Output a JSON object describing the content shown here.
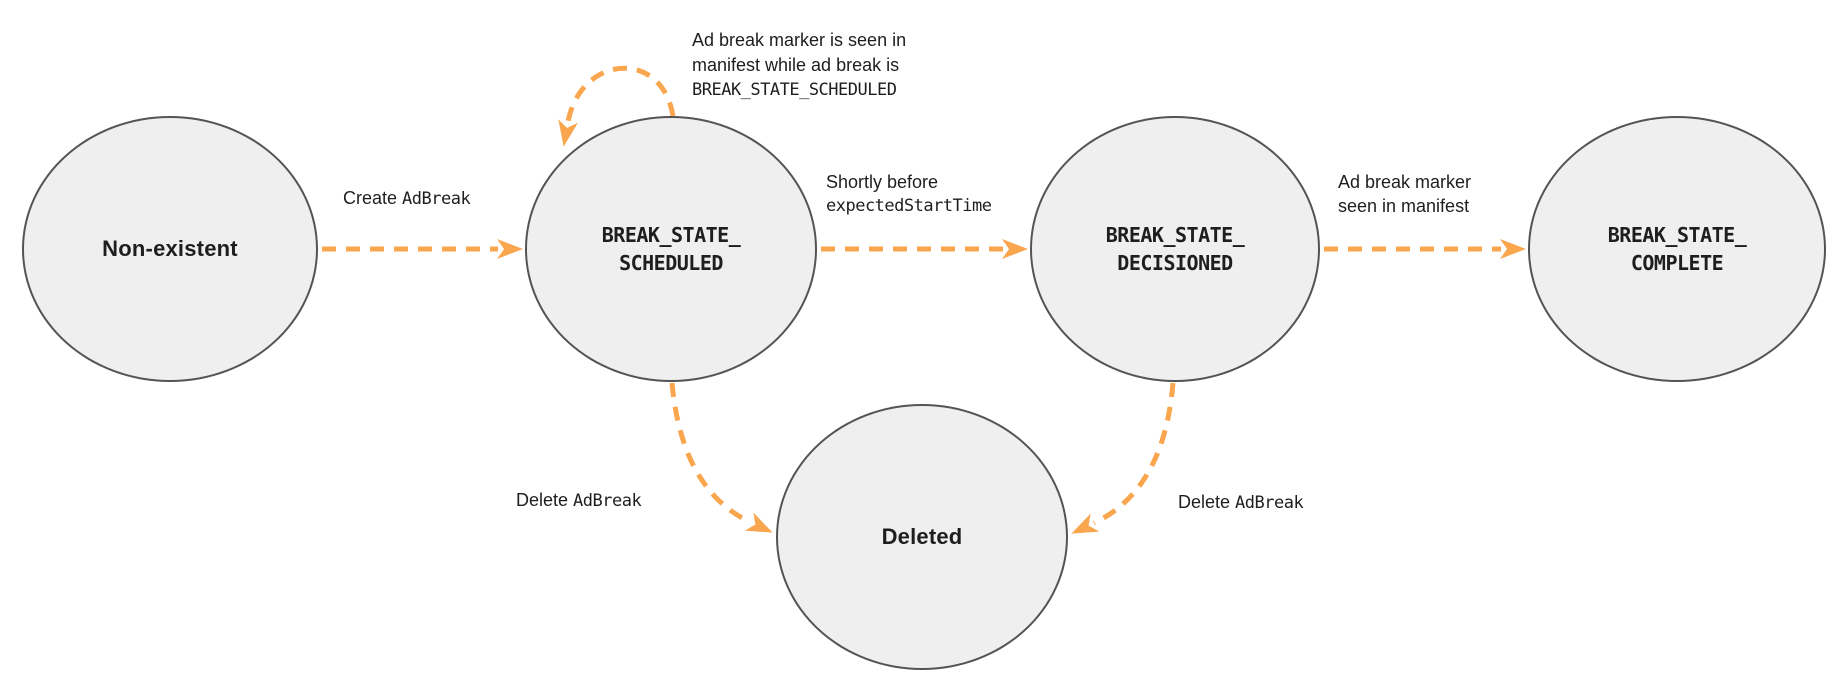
{
  "diagram": {
    "colors": {
      "accent": "#F9A64E",
      "node_fill": "#EFEFEF",
      "node_border": "#545454",
      "text": "#1E1E1E"
    },
    "nodes": {
      "non_existent": {
        "label": "Non-existent"
      },
      "scheduled": {
        "line1": "BREAK_STATE_",
        "line2": "SCHEDULED"
      },
      "decisioned": {
        "line1": "BREAK_STATE_",
        "line2": "DECISIONED"
      },
      "complete": {
        "line1": "BREAK_STATE_",
        "line2": "COMPLETE"
      },
      "deleted": {
        "label": "Deleted"
      }
    },
    "edges": {
      "create": {
        "plain": "Create",
        "code": "AdBreak"
      },
      "self_loop": {
        "line1": "Ad break marker is seen in",
        "line2": "manifest while ad break is",
        "code_line": "BREAK_STATE_SCHEDULED"
      },
      "decision": {
        "line1": "Shortly before",
        "code_line": "expectedStartTime"
      },
      "marker_seen": {
        "line1": "Ad break marker",
        "line2": "seen in manifest"
      },
      "delete_scheduled": {
        "plain": "Delete",
        "code": "AdBreak"
      },
      "delete_decisioned": {
        "plain": "Delete",
        "code": "AdBreak"
      }
    }
  }
}
